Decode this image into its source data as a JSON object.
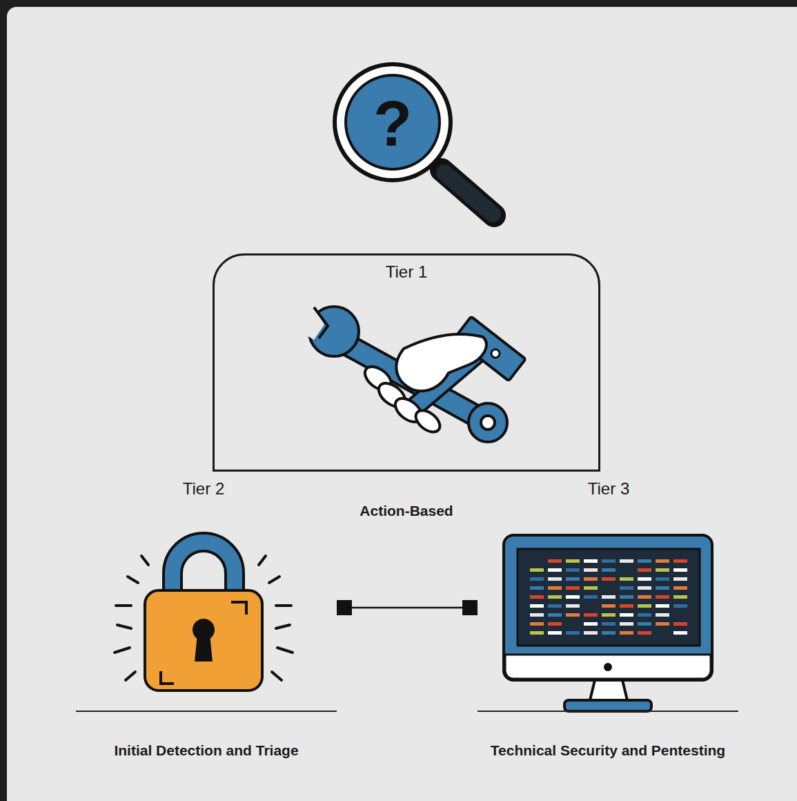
{
  "diagram": {
    "nodes": [
      {
        "text": [
          "Tier 1"
        ]
      },
      {
        "text": [
          "Initial Detection and Triage"
        ]
      },
      {
        "text": [
          "Technical Security and Pentesting"
        ]
      }
    ],
    "edges": [
      {
        "from": 1,
        "to": 2,
        "arrow": "none"
      }
    ],
    "labels": [
      "?",
      "Tier 2",
      "Tier 3",
      "Action-Based"
    ]
  }
}
